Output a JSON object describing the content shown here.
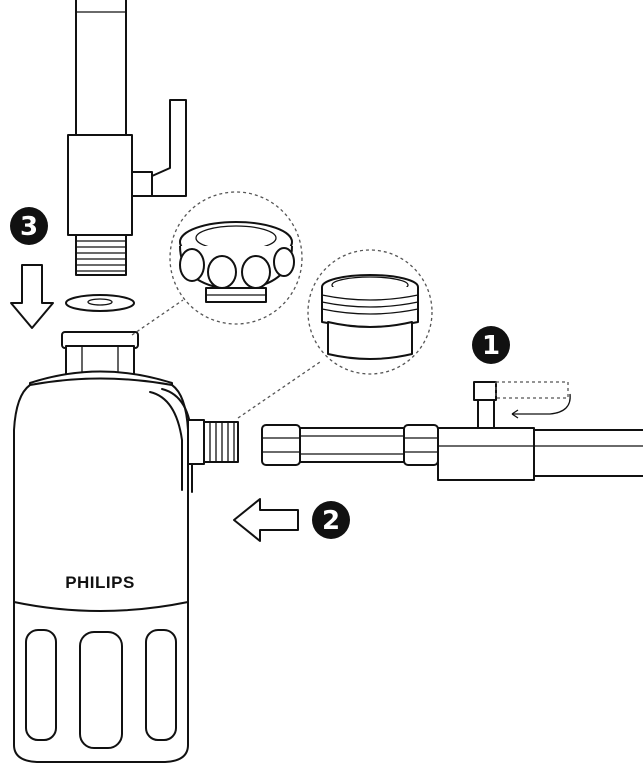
{
  "brand": {
    "label": "PHILIPS"
  },
  "steps": [
    {
      "number": "1"
    },
    {
      "number": "2"
    },
    {
      "number": "3"
    }
  ],
  "colors": {
    "line": "#111111",
    "dashed_callout": "#555555",
    "background": "#ffffff"
  },
  "icons": [
    "arrow-down-icon",
    "arrow-left-icon",
    "valve-turn-arrow-icon"
  ]
}
